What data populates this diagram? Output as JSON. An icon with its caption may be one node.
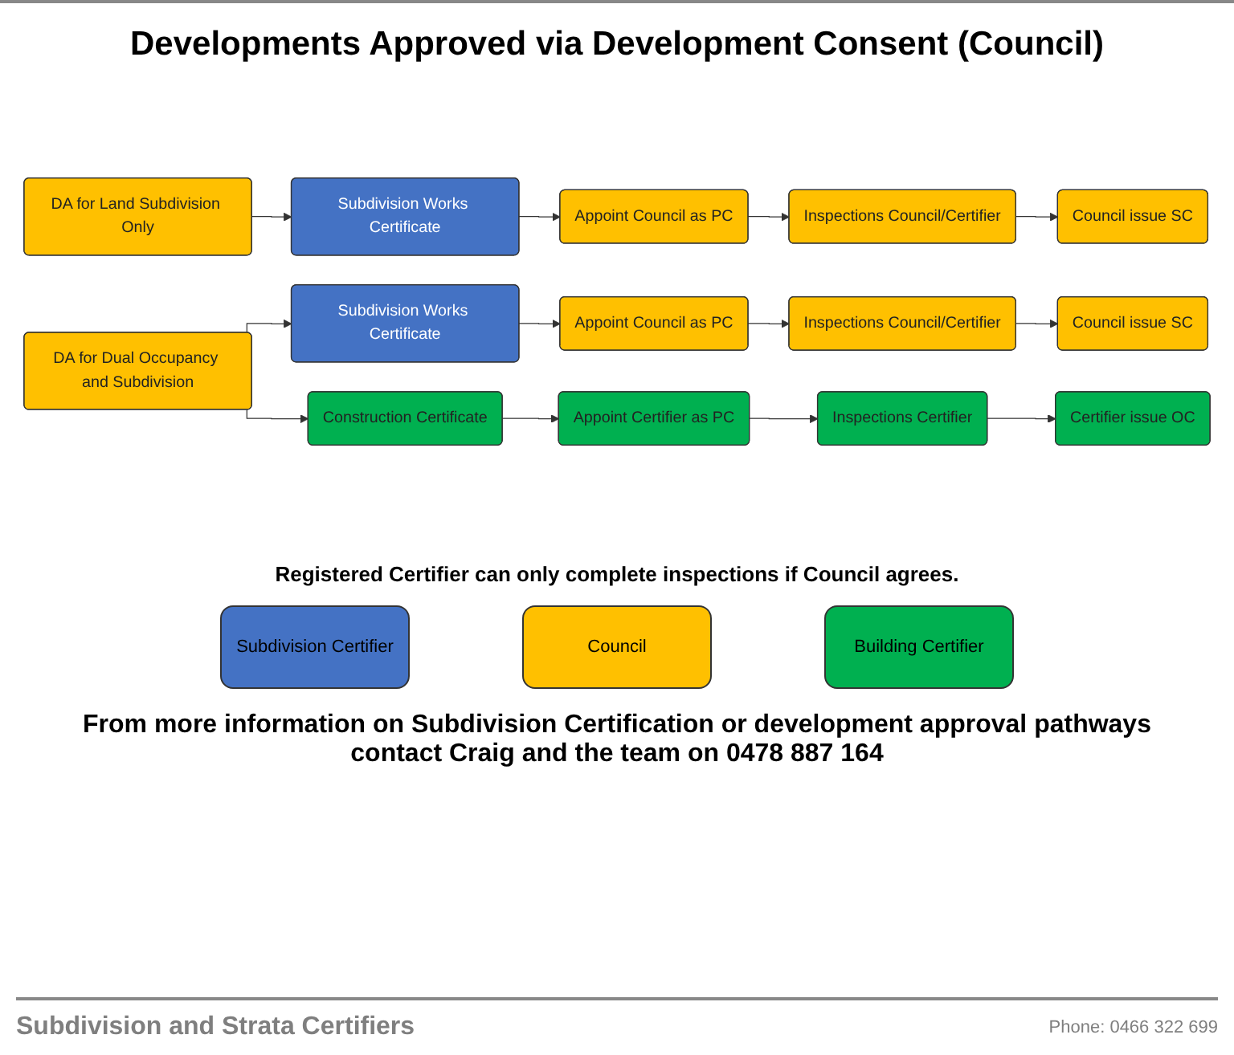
{
  "diagram": {
    "title": "Developments Approved via Development Consent (Council)",
    "nodes": [
      {
        "text": [
          "DA for Land Subdivision Only"
        ]
      },
      {
        "text": [
          "Subdivision Works Certificate"
        ]
      },
      {
        "text": [
          "Appoint Council as PC"
        ]
      },
      {
        "text": [
          "Inspections Council/Certifier"
        ]
      },
      {
        "text": [
          "Council issue SC"
        ]
      },
      {
        "text": [
          "DA for Dual Occupancy and Subdivision"
        ]
      },
      {
        "text": [
          "Subdivision Works Certificate"
        ]
      },
      {
        "text": [
          "Appoint Council as PC"
        ]
      },
      {
        "text": [
          "Inspections Council/Certifier"
        ]
      },
      {
        "text": [
          "Council issue SC"
        ]
      },
      {
        "text": [
          "Construction Certificate"
        ]
      },
      {
        "text": [
          "Appoint Certifier as PC"
        ]
      },
      {
        "text": [
          "Inspections Certifier"
        ]
      },
      {
        "text": [
          "Certifier issue OC"
        ]
      }
    ],
    "edges": [
      {
        "from": 0,
        "to": 1,
        "arrow": "to"
      },
      {
        "from": 1,
        "to": 2,
        "arrow": "to"
      },
      {
        "from": 2,
        "to": 3,
        "arrow": "to"
      },
      {
        "from": 3,
        "to": 4,
        "arrow": "to"
      },
      {
        "from": 5,
        "to": 6,
        "arrow": "to"
      },
      {
        "from": 6,
        "to": 7,
        "arrow": "to"
      },
      {
        "from": 7,
        "to": 8,
        "arrow": "to"
      },
      {
        "from": 8,
        "to": 9,
        "arrow": "to"
      },
      {
        "from": 5,
        "to": 10,
        "arrow": "to"
      },
      {
        "from": 10,
        "to": 11,
        "arrow": "to"
      },
      {
        "from": 11,
        "to": 12,
        "arrow": "to"
      },
      {
        "from": 12,
        "to": 13,
        "arrow": "to"
      }
    ],
    "labels": [
      "Registered Certifier can only complete inspections if Council agrees.",
      "From more information on Subdivision Certification or development approval pathways contact Craig and the team on 0478 887 164",
      "Subdivision and Strata Certifiers",
      "Phone: 0466 322 699"
    ],
    "legend": [
      {
        "text": "Subdivision Certifier",
        "color": "#4472c4"
      },
      {
        "text": "Council",
        "color": "#ffc000"
      },
      {
        "text": "Building Certifier",
        "color": "#00b050"
      }
    ]
  }
}
